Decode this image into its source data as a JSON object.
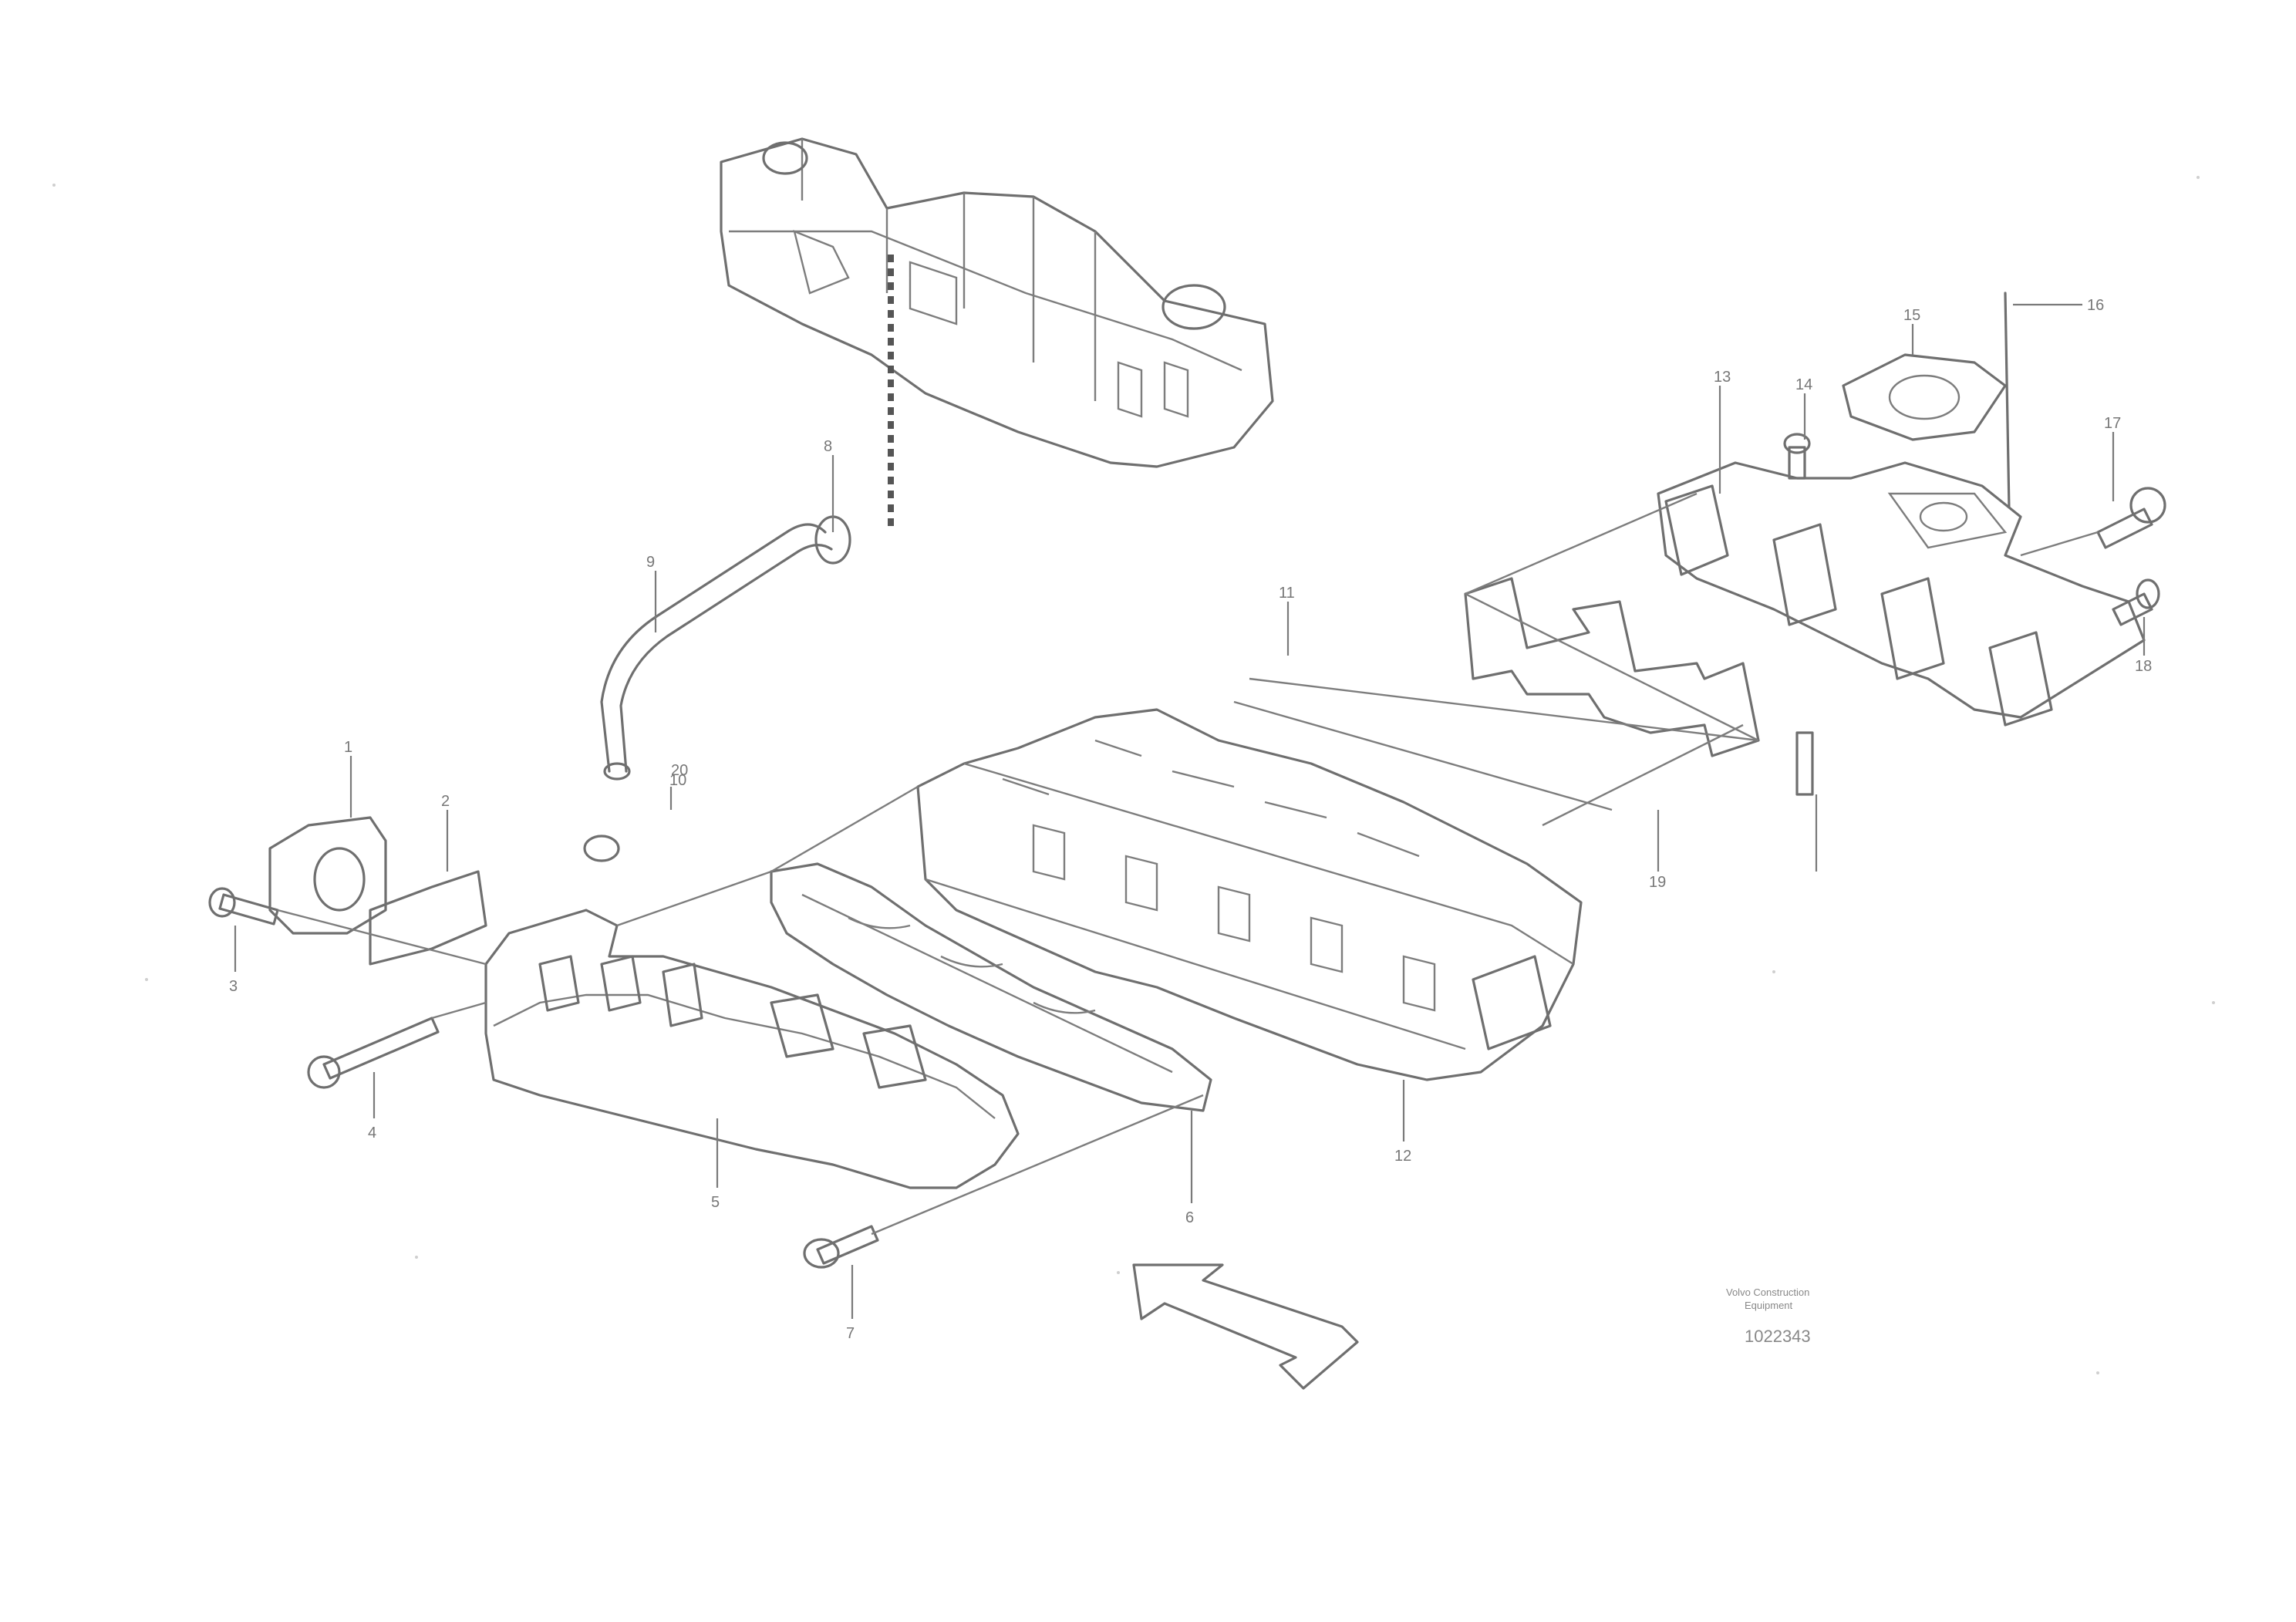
{
  "drawing_id": "1022343",
  "stamp_lines": [
    "Volvo Construction",
    "Equipment"
  ],
  "callouts": [
    "1",
    "2",
    "3",
    "4",
    "5",
    "6",
    "7",
    "8",
    "9",
    "10",
    "11",
    "12",
    "13",
    "14",
    "15",
    "16",
    "17",
    "18",
    "19",
    "20"
  ],
  "colors": {
    "line": "#6f6f6f",
    "background": "#ffffff"
  }
}
